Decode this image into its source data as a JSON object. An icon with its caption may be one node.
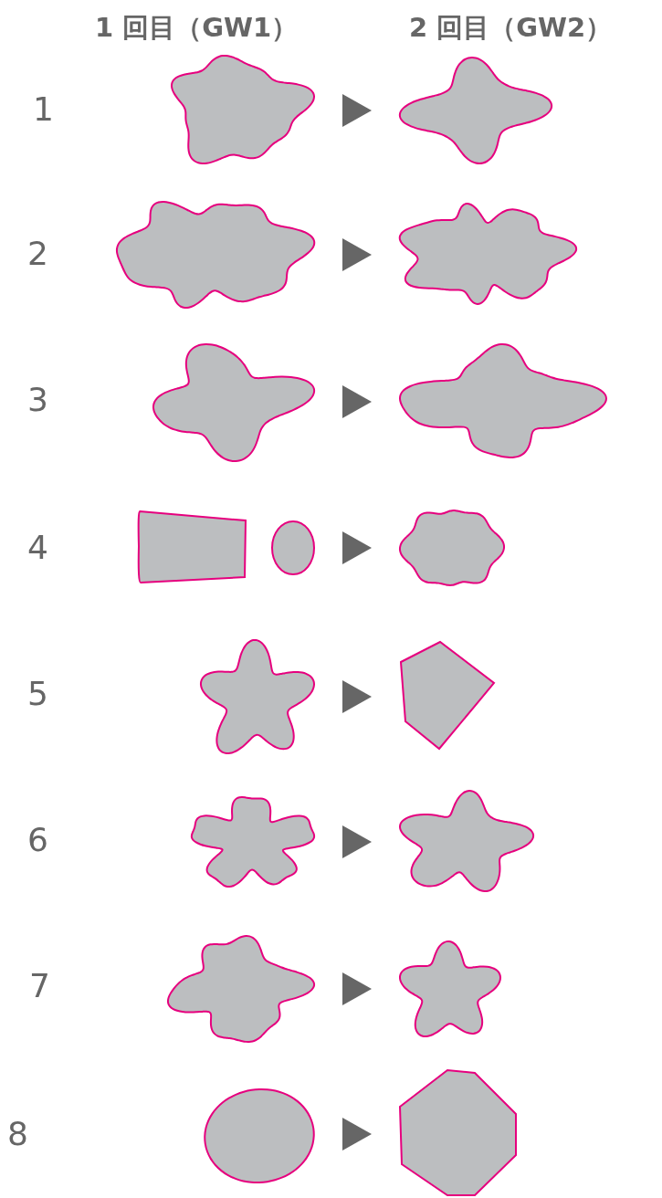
{
  "diagram": {
    "nodes": [
      {
        "text": [],
        "shape": "blob"
      },
      {
        "text": [],
        "shape": "blob"
      },
      {
        "text": [],
        "shape": "blob"
      },
      {
        "text": [],
        "shape": "blob"
      },
      {
        "text": [],
        "shape": "blob"
      },
      {
        "text": [],
        "shape": "blob"
      },
      {
        "text": [],
        "shape": "trapezoid"
      },
      {
        "text": [],
        "shape": "ellipse"
      },
      {
        "text": [],
        "shape": "blob"
      },
      {
        "text": [],
        "shape": "blob"
      },
      {
        "text": [],
        "shape": "pentagon"
      },
      {
        "text": [],
        "shape": "blob"
      },
      {
        "text": [],
        "shape": "blob"
      },
      {
        "text": [],
        "shape": "blob"
      },
      {
        "text": [],
        "shape": "blob"
      },
      {
        "text": [],
        "shape": "circle"
      },
      {
        "text": [],
        "shape": "hexagon"
      }
    ],
    "edges": [
      {
        "from": 0,
        "to": 1,
        "arrow": "to"
      },
      {
        "from": 2,
        "to": 3,
        "arrow": "to"
      },
      {
        "from": 4,
        "to": 5,
        "arrow": "to"
      },
      {
        "from": 7,
        "to": 8,
        "arrow": "to"
      },
      {
        "from": 9,
        "to": 10,
        "arrow": "to"
      },
      {
        "from": 11,
        "to": 12,
        "arrow": "to"
      },
      {
        "from": 13,
        "to": 14,
        "arrow": "to"
      },
      {
        "from": 15,
        "to": 16,
        "arrow": "to"
      }
    ],
    "labels": [
      "1 回目（GW1）",
      "2 回目（GW2）",
      "1",
      "2",
      "3",
      "4",
      "5",
      "6",
      "7",
      "8"
    ]
  }
}
